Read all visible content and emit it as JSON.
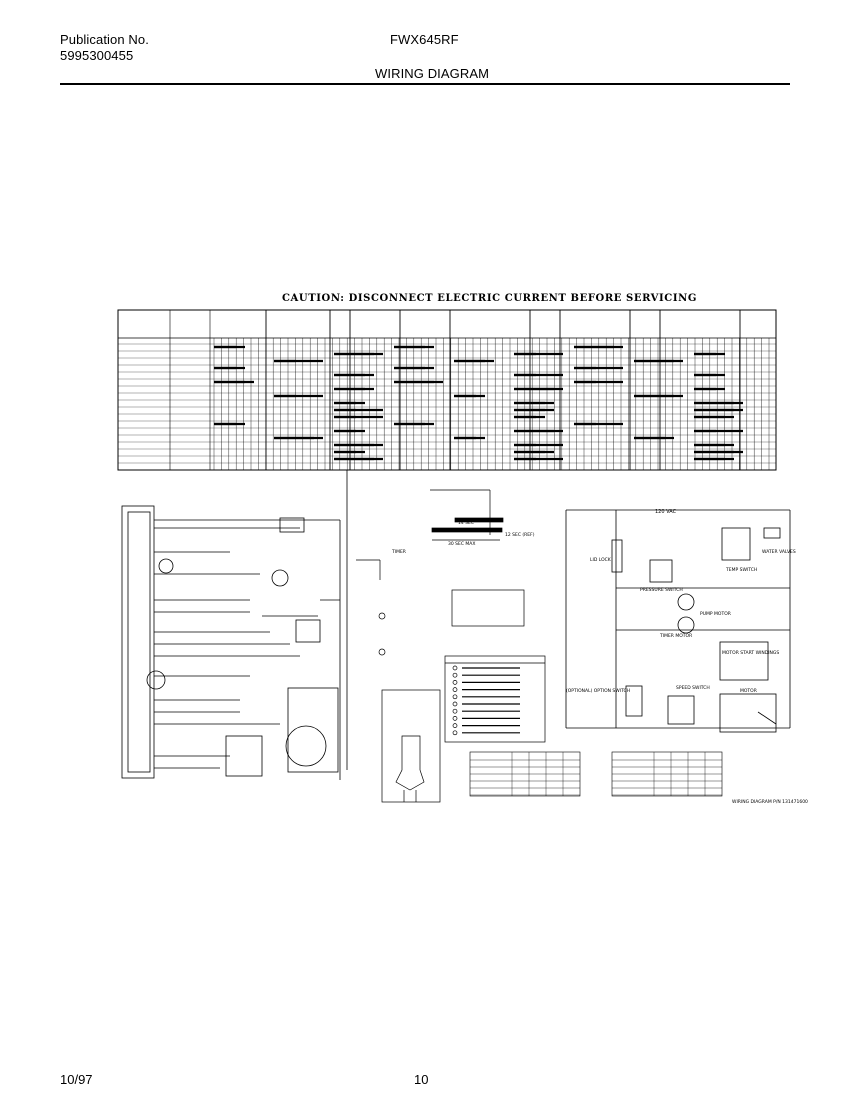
{
  "header": {
    "publication_label": "Publication No.",
    "publication_number": "5995300455",
    "model": "FWX645RF",
    "title": "WIRING DIAGRAM"
  },
  "caution": "CAUTION: DISCONNECT ELECTRIC CURRENT BEFORE SERVICING",
  "labels": {
    "vac": "120 VAC",
    "lid_lock": "LID LOCK",
    "pressure_switch": "PRESSURE SWITCH",
    "temp_switch": "TEMP SWITCH",
    "water_valves": "WATER VALVES",
    "pump_motor": "PUMP MOTOR",
    "timer_motor": "TIMER MOTOR",
    "motor_start_windings": "MOTOR START WINDINGS",
    "option_switch": "(OPTIONAL) OPTION SWITCH",
    "speed_switch": "SPEED SWITCH",
    "motor": "MOTOR",
    "wiring_diagram_pn": "WIRING DIAGRAM P/N 131471600",
    "sec_14": "14 SEC",
    "sec_30": "30 SEC MAX",
    "sec_12": "12 SEC (REF)",
    "wire_timer": "TIMER"
  },
  "footer": {
    "date": "10/97",
    "page": "10"
  }
}
